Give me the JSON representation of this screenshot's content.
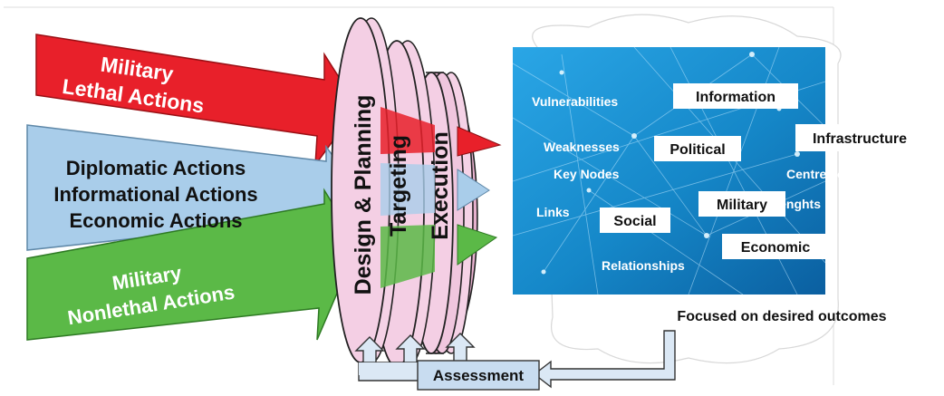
{
  "arrows": {
    "lethal": {
      "line1": "Military",
      "line2": "Lethal Actions",
      "color": "#e8202a"
    },
    "nonmilitary": {
      "line1": "Diplomatic Actions",
      "line2": "Informational Actions",
      "line3": "Economic Actions",
      "color": "#a9cdea"
    },
    "nonlethal": {
      "line1": "Military",
      "line2": "Nonlethal Actions",
      "color": "#5bb947"
    }
  },
  "phases": {
    "design": "Design & Planning",
    "targeting": "Targeting",
    "execution": "Execution",
    "ring_color": "#f0c6de"
  },
  "system": {
    "background": "#1a86c8",
    "labels": {
      "vulnerabilities": "Vulnerabilities",
      "weaknesses": "Weaknesses",
      "key_nodes": "Key Nodes",
      "links": "Links",
      "relationships": "Relationships",
      "centres_of_gravity": "Centres of Gravity",
      "strenghts": "Strenghts"
    },
    "boxes": {
      "information": "Information",
      "political": "Political",
      "infrastructure": "Infrastructure",
      "military": "Military",
      "social": "Social",
      "economic": "Economic"
    }
  },
  "caption": "Focused on desired outcomes",
  "assessment": "Assessment"
}
